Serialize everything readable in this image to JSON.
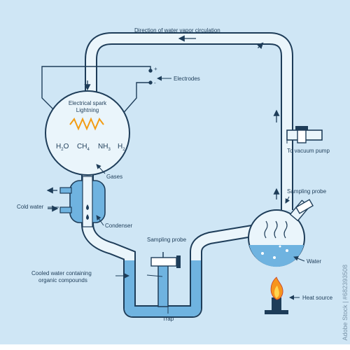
{
  "labels": {
    "direction": "Direction of water vapor circulation",
    "electrodes": "Electrodes",
    "plus": "+",
    "minus": "-",
    "spark_line1": "Electrical spark",
    "spark_line2": "Lightning",
    "gases": "Gases",
    "cold_water": "Cold water",
    "condenser": "Condenser",
    "sampling_probe_trap": "Sampling probe",
    "cooled_line1": "Cooled water containing",
    "cooled_line2": "organic compounds",
    "trap": "Trap",
    "vacuum_pump": "To vacuum pump",
    "sampling_probe_flask": "Sampling probe",
    "water": "Water",
    "heat_source": "Heat source"
  },
  "molecules": [
    {
      "base": "H",
      "sub": "2",
      "tail": "O"
    },
    {
      "base": "CH",
      "sub": "4",
      "tail": ""
    },
    {
      "base": "NH",
      "sub": "3",
      "tail": ""
    },
    {
      "base": "H",
      "sub": "2",
      "tail": ""
    }
  ],
  "watermark": "Adobe Stock | #682393508",
  "colors": {
    "background": "#cfe6f5",
    "outline": "#1e3d59",
    "tube_fill": "#eaf5fb",
    "water": "#6fb3e0",
    "spark": "#f39c12",
    "flame": "#f7941d"
  }
}
